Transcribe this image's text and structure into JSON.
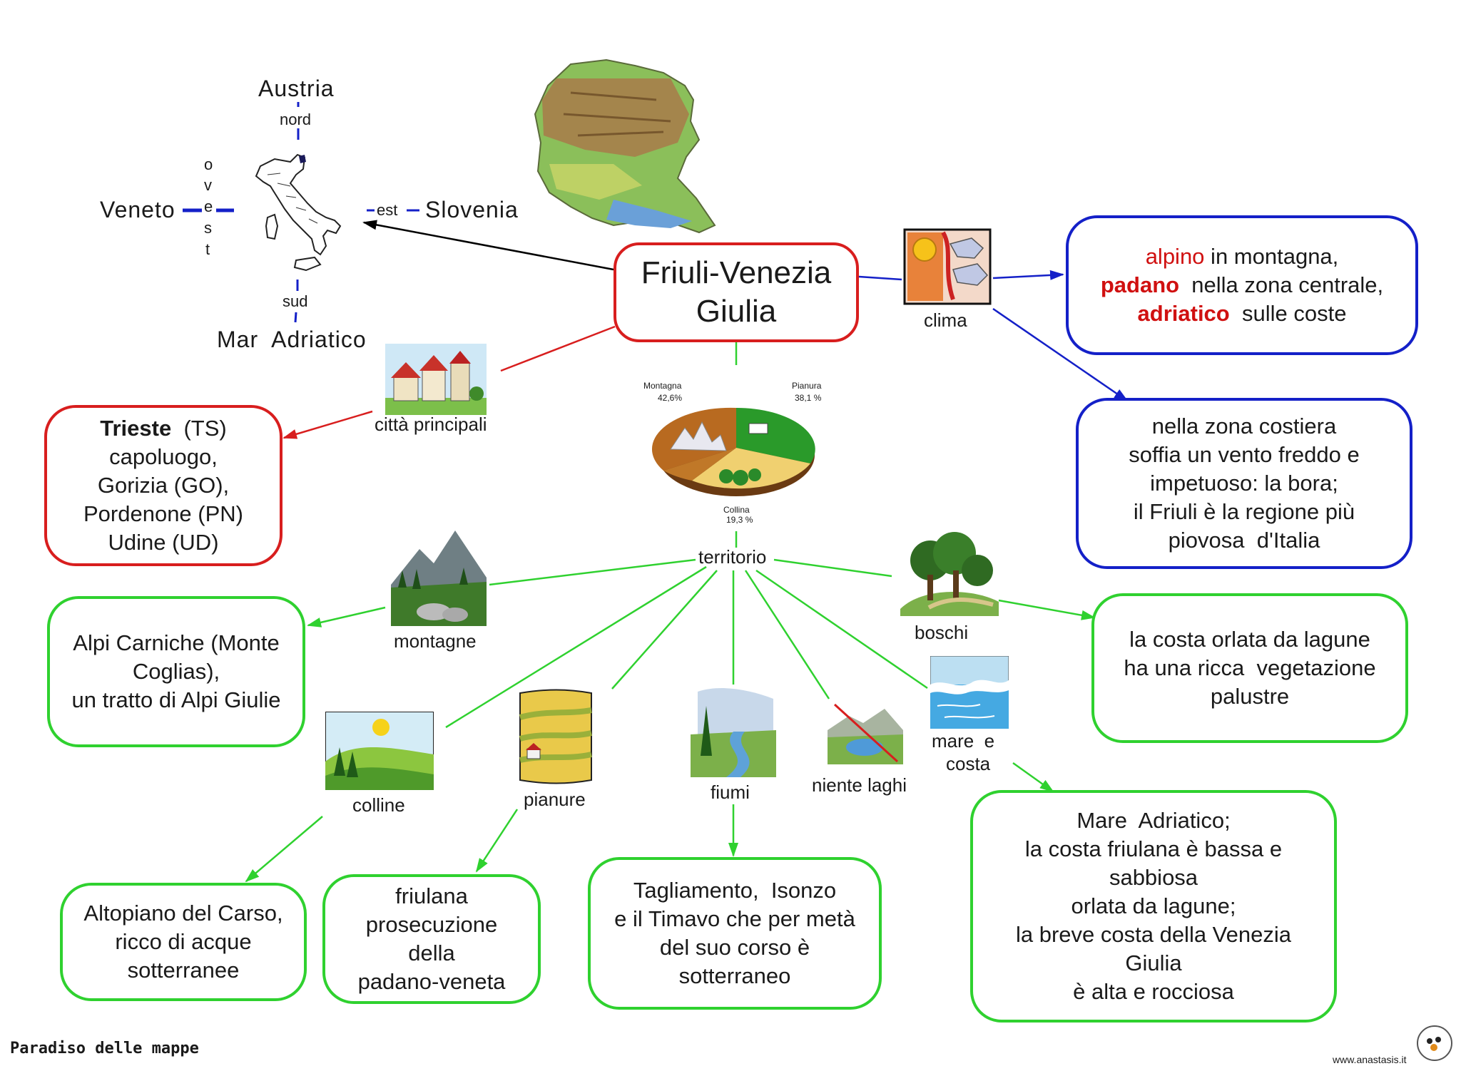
{
  "title": {
    "line1": "Friuli-Venezia",
    "line2": "Giulia"
  },
  "orientation": {
    "north_country": "Austria",
    "north_label": "nord",
    "west_region": "Veneto",
    "west_label": [
      "o",
      "v",
      "e",
      "s",
      "t"
    ],
    "east_label": "est",
    "east_country": "Slovenia",
    "south_label": "sud",
    "south_sea": "Mar  Adriatico"
  },
  "clima": {
    "label": "clima",
    "box1": {
      "l1_red": "alpino",
      "l1_rest": " in montagna,",
      "l2_red": "padano",
      "l2_rest": "  nella zona centrale,",
      "l3_red": "adriatico",
      "l3_rest": "  sulle coste"
    },
    "box2": [
      "nella zona costiera",
      "soffia un vento freddo e",
      "impetuoso: la bora;",
      "il Friuli è la regione più",
      "piovosa  d'Italia"
    ]
  },
  "citta": {
    "label": "città principali",
    "bold": "Trieste",
    "bold_rest": "  (TS)",
    "lines": [
      "capoluogo,",
      "Gorizia (GO),",
      "Pordenone (PN)",
      "Udine (UD)"
    ]
  },
  "pie": {
    "montagna_label": "Montagna",
    "montagna_value": "42,6%",
    "pianura_label": "Pianura",
    "pianura_value": "38,1 %",
    "collina_label": "Collina",
    "collina_value": "19,3 %"
  },
  "territorio": {
    "label": "territorio",
    "montagne": {
      "label": "montagne",
      "box": [
        "Alpi Carniche (Monte",
        "Coglias),",
        "un tratto di Alpi Giulie"
      ]
    },
    "boschi": {
      "label": "boschi",
      "box": [
        "la costa orlata da lagune",
        "ha una ricca  vegetazione",
        "palustre"
      ]
    },
    "colline": {
      "label": "colline",
      "box": [
        "Altopiano del Carso,",
        "ricco di acque",
        "sotterranee"
      ]
    },
    "pianure": {
      "label": "pianure",
      "box": [
        "friulana",
        "prosecuzione",
        "della",
        "padano-veneta"
      ]
    },
    "fiumi": {
      "label": "fiumi",
      "box": [
        "Tagliamento,  Isonzo",
        "e il Timavo che per metà",
        "del suo corso è",
        "sotterraneo"
      ]
    },
    "laghi": {
      "label": "niente laghi"
    },
    "mare": {
      "label1": "mare  e",
      "label2": "costa",
      "box": [
        "Mare  Adriatico;",
        "la costa friulana è bassa e",
        "sabbiosa",
        "orlata da lagune;",
        "la breve costa della Venezia",
        "Giulia",
        "è alta e rocciosa"
      ]
    }
  },
  "footer": {
    "left": "Paradiso delle mappe",
    "right": "www.anastasis.it"
  },
  "colors": {
    "green": "#2fd12f",
    "red": "#d81e1e",
    "blue": "#1420c8",
    "black": "#000000"
  }
}
